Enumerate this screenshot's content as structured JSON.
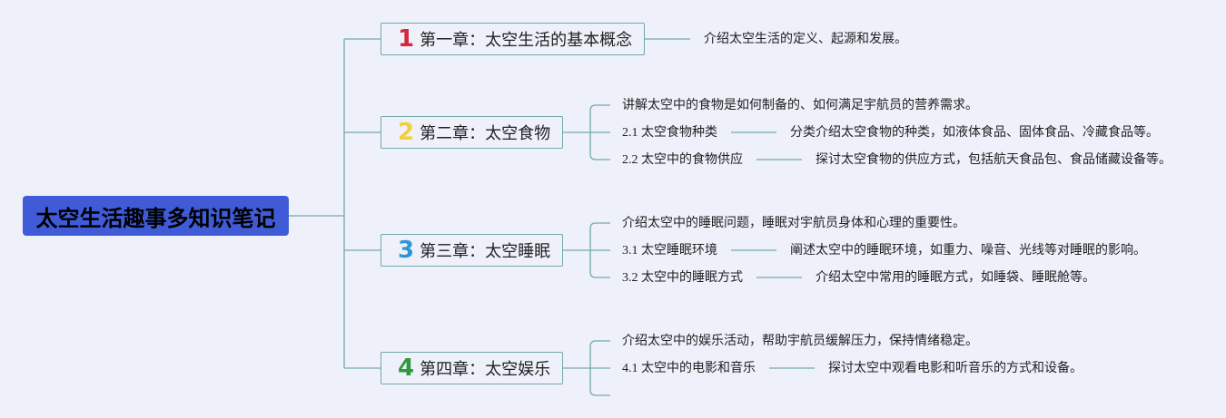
{
  "root": {
    "title": "太空生活趣事多知识笔记"
  },
  "chapters": [
    {
      "num": "1",
      "num_color": "#d8273a",
      "title": "第一章：太空生活的基本概念",
      "summary": "介绍太空生活的定义、起源和发展。",
      "children": []
    },
    {
      "num": "2",
      "num_color": "#f2cf3b",
      "title": "第二章：太空食物",
      "intro": "讲解太空中的食物是如何制备的、如何满足宇航员的营养需求。",
      "children": [
        {
          "label": "2.1 太空食物种类",
          "detail": "分类介绍太空食物的种类，如液体食品、固体食品、冷藏食品等。"
        },
        {
          "label": "2.2 太空中的食物供应",
          "detail": "探讨太空食物的供应方式，包括航天食品包、食品储藏设备等。"
        }
      ]
    },
    {
      "num": "3",
      "num_color": "#2f95d8",
      "title": "第三章：太空睡眠",
      "intro": "介绍太空中的睡眠问题，睡眠对宇航员身体和心理的重要性。",
      "children": [
        {
          "label": "3.1 太空睡眠环境",
          "detail": "阐述太空中的睡眠环境，如重力、噪音、光线等对睡眠的影响。"
        },
        {
          "label": "3.2 太空中的睡眠方式",
          "detail": "介绍太空中常用的睡眠方式，如睡袋、睡眠舱等。"
        }
      ]
    },
    {
      "num": "4",
      "num_color": "#2e9a3d",
      "title": "第四章：太空娱乐",
      "intro": "介绍太空中的娱乐活动，帮助宇航员缓解压力，保持情绪稳定。",
      "children": [
        {
          "label": "4.1 太空中的电影和音乐",
          "detail": "探讨太空中观看电影和听音乐的方式和设备。"
        }
      ]
    }
  ]
}
